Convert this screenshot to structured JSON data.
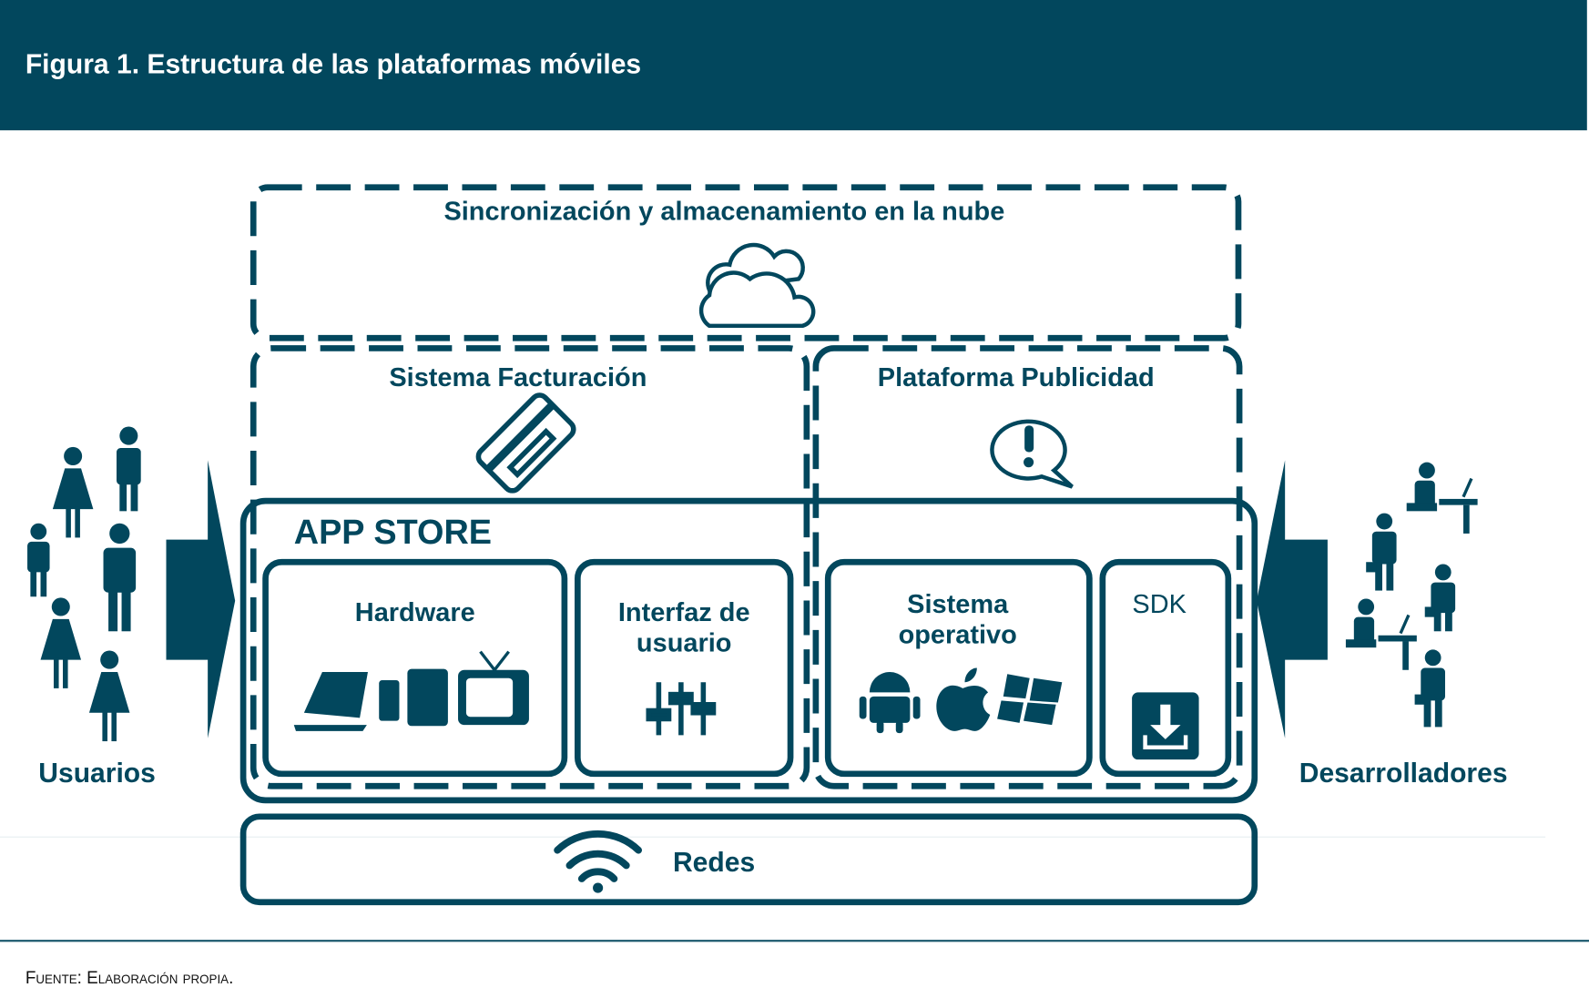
{
  "figure": {
    "title": "Figura 1. Estructura de las plataformas móviles",
    "source": "Fuente: Elaboración propia."
  },
  "diagram": {
    "cloud": "Sincronización y almacenamiento en la nube",
    "billing": "Sistema Facturación",
    "ads": "Plataforma Publicidad",
    "app_store": "APP STORE",
    "hardware": "Hardware",
    "ui": "Interfaz de usuario",
    "os": "Sistema operativo",
    "sdk": "SDK",
    "networks": "Redes",
    "users": "Usuarios",
    "developers": "Desarrolladores"
  },
  "colors": {
    "primary": "#02475d"
  }
}
